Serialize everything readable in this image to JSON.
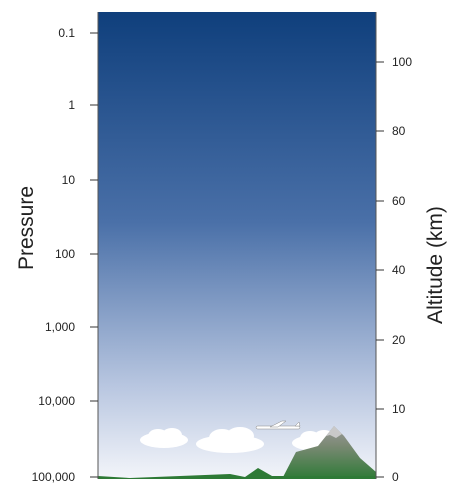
{
  "left_axis": {
    "title": "Pressure",
    "ticks": [
      "0.1",
      "1",
      "10",
      "100",
      "1,000",
      "10,000",
      "100,000"
    ]
  },
  "right_axis": {
    "title": "Altitude (km)",
    "ticks": [
      "100",
      "80",
      "60",
      "40",
      "20",
      "10",
      "0"
    ]
  },
  "scene": {
    "sky_top_color": "#0f3f7c",
    "sky_bottom_color": "#f3f5fa",
    "ground_color": "#2e7a36",
    "mountain_color": "#7f8a7a",
    "cloud_color": "#ffffff",
    "icons": [
      "cloud-icon",
      "airplane-icon",
      "mountain-icon"
    ]
  }
}
